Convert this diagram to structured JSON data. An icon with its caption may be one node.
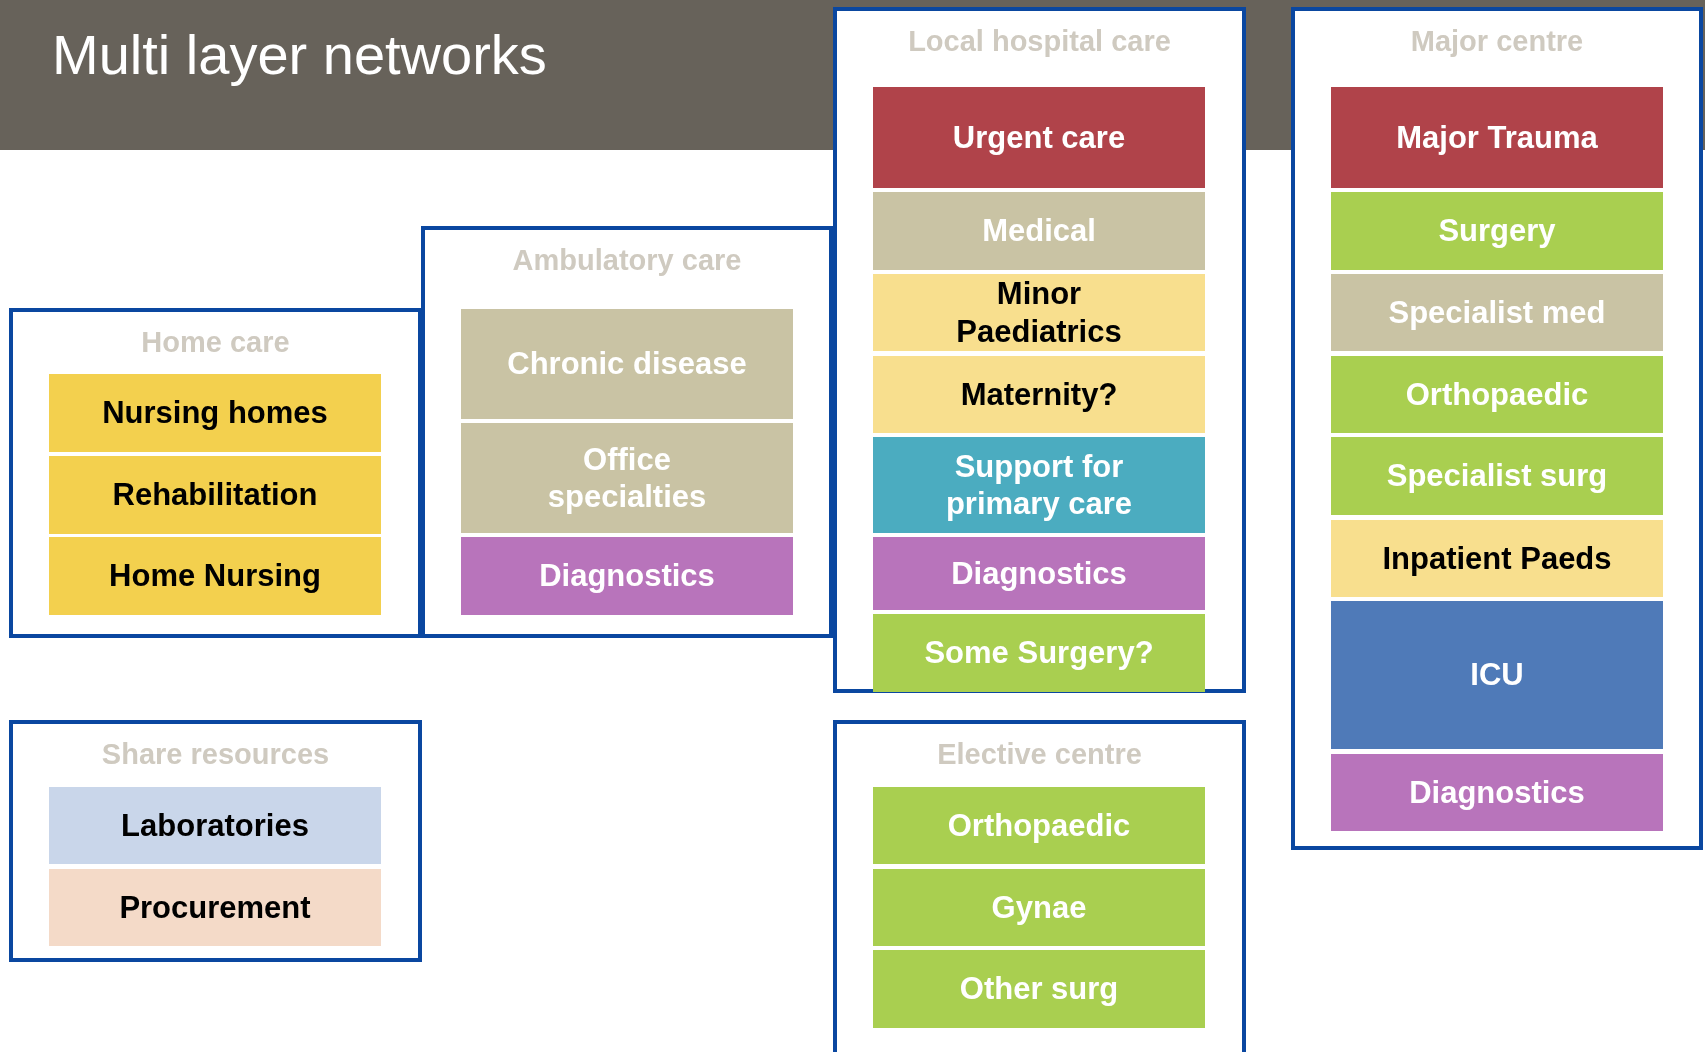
{
  "diagram": {
    "title": "Multi layer networks",
    "nodes": [
      {
        "text": [
          "Home care"
        ]
      },
      {
        "text": [
          "Nursing homes"
        ],
        "in": 0
      },
      {
        "text": [
          "Rehabilitation"
        ],
        "in": 0
      },
      {
        "text": [
          "Home Nursing"
        ],
        "in": 0
      },
      {
        "text": [
          "Ambulatory care"
        ]
      },
      {
        "text": [
          "Chronic disease"
        ],
        "in": 4
      },
      {
        "text": [
          "Office specialties"
        ],
        "in": 4
      },
      {
        "text": [
          "Diagnostics"
        ],
        "in": 4
      },
      {
        "text": [
          "Local hospital care"
        ]
      },
      {
        "text": [
          "Urgent care"
        ],
        "in": 8
      },
      {
        "text": [
          "Medical"
        ],
        "in": 8
      },
      {
        "text": [
          "Minor Paediatrics"
        ],
        "in": 8
      },
      {
        "text": [
          "Maternity?"
        ],
        "in": 8
      },
      {
        "text": [
          "Support for primary care"
        ],
        "in": 8
      },
      {
        "text": [
          "Diagnostics"
        ],
        "in": 8
      },
      {
        "text": [
          "Some Surgery?"
        ],
        "in": 8
      },
      {
        "text": [
          "Major centre"
        ]
      },
      {
        "text": [
          "Major Trauma"
        ],
        "in": 16
      },
      {
        "text": [
          "Surgery"
        ],
        "in": 16
      },
      {
        "text": [
          "Specialist med"
        ],
        "in": 16
      },
      {
        "text": [
          "Orthopaedic"
        ],
        "in": 16
      },
      {
        "text": [
          "Specialist surg"
        ],
        "in": 16
      },
      {
        "text": [
          "Inpatient Paeds"
        ],
        "in": 16
      },
      {
        "text": [
          "ICU"
        ],
        "in": 16
      },
      {
        "text": [
          "Diagnostics"
        ],
        "in": 16
      },
      {
        "text": [
          "Share resources"
        ]
      },
      {
        "text": [
          "Laboratories"
        ],
        "in": 25
      },
      {
        "text": [
          "Procurement"
        ],
        "in": 25
      },
      {
        "text": [
          "Elective centre"
        ]
      },
      {
        "text": [
          "Orthopaedic"
        ],
        "in": 28
      },
      {
        "text": [
          "Gynae"
        ],
        "in": 28
      },
      {
        "text": [
          "Other surg"
        ],
        "in": 28
      }
    ]
  }
}
